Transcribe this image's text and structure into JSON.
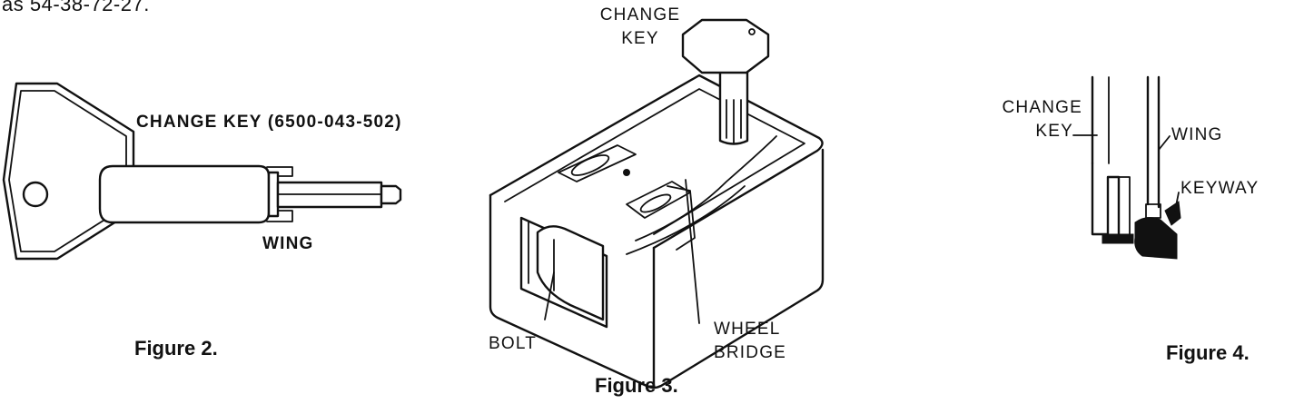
{
  "header_text": "as 54-38-72-27.",
  "figure2": {
    "caption": "Figure 2.",
    "key_label": "CHANGE KEY (6500-043-502)",
    "wing_label": "WING"
  },
  "figure3": {
    "caption": "Figure 3.",
    "change_key_label": [
      "CHANGE",
      "KEY"
    ],
    "bolt_label": "BOLT",
    "wheel_bridge_label": [
      "WHEEL",
      "BRIDGE"
    ]
  },
  "figure4": {
    "caption": "Figure 4.",
    "change_key_label": [
      "CHANGE",
      "KEY"
    ],
    "wing_label": "WING",
    "keyway_label": "KEYWAY"
  }
}
